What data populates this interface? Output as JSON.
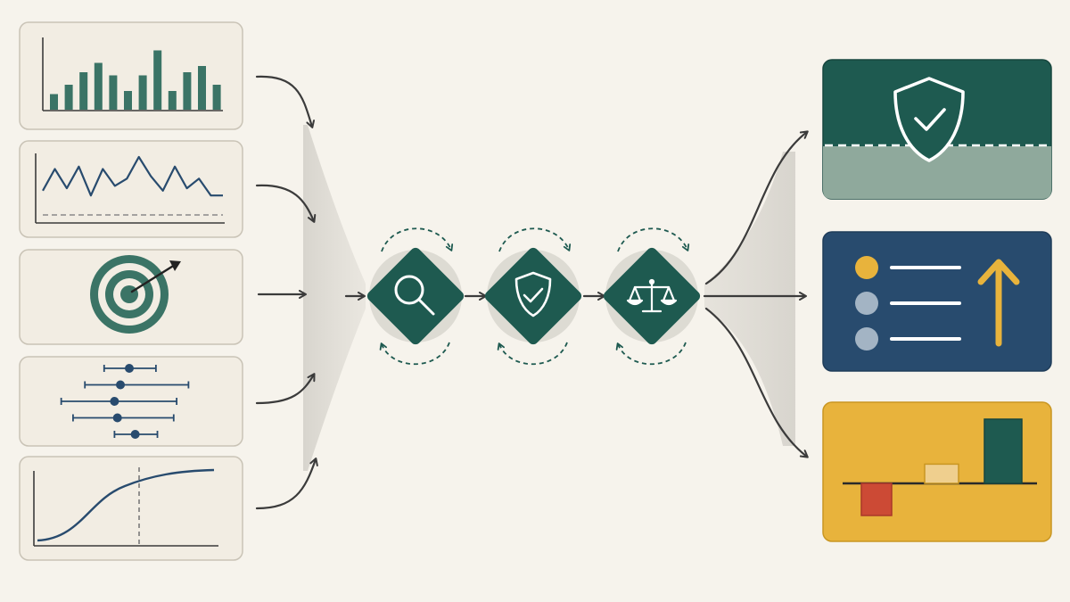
{
  "colors": {
    "background": "#f6f3ec",
    "card": "#f2ede3",
    "card_border": "#c9c3b6",
    "green_dark": "#1e5a50",
    "green_mid": "#3b7466",
    "green_light": "#8fa99c",
    "navy": "#284b6e",
    "navy_light": "#a3b4c4",
    "gold": "#e8b33c",
    "gold_dark": "#c99622",
    "red": "#cc4a35",
    "tan": "#efcf8e",
    "arrow": "#3b3b3b",
    "funnel": "#d9d6cf"
  },
  "inputs": [
    {
      "id": "bar-chart",
      "icon": "bar-chart-icon"
    },
    {
      "id": "line-chart",
      "icon": "line-chart-icon"
    },
    {
      "id": "target",
      "icon": "target-icon"
    },
    {
      "id": "interval-plot",
      "icon": "interval-plot-icon"
    },
    {
      "id": "curve",
      "icon": "s-curve-icon"
    }
  ],
  "stages": [
    {
      "id": "inspect",
      "icon": "magnifier-icon"
    },
    {
      "id": "protect",
      "icon": "shield-check-icon"
    },
    {
      "id": "balance",
      "icon": "scales-icon"
    }
  ],
  "outputs": [
    {
      "id": "secure-panel",
      "icon": "shield-check-icon",
      "color": "#1e5a50"
    },
    {
      "id": "ranked-list",
      "icon": "up-arrow-icon",
      "color": "#284b6e"
    },
    {
      "id": "waterfall",
      "icon": "waterfall-chart-icon",
      "color": "#e8b33c"
    }
  ],
  "mini_charts": {
    "bars": [
      0.25,
      0.4,
      0.6,
      0.75,
      0.55,
      0.3,
      0.55,
      0.95,
      0.3,
      0.6,
      0.7,
      0.4
    ],
    "line": [
      0.3,
      0.75,
      0.35,
      0.8,
      0.2,
      0.75,
      0.4,
      0.55,
      1.0,
      0.6,
      0.3,
      0.8,
      0.35,
      0.55,
      0.2,
      0.2
    ],
    "intervals": [
      {
        "lo": 0.33,
        "hi": 0.68,
        "pt": 0.5
      },
      {
        "lo": 0.2,
        "hi": 0.9,
        "pt": 0.44
      },
      {
        "lo": 0.04,
        "hi": 0.82,
        "pt": 0.4
      },
      {
        "lo": 0.12,
        "hi": 0.8,
        "pt": 0.42
      },
      {
        "lo": 0.4,
        "hi": 0.69,
        "pt": 0.54
      }
    ],
    "waterfall": [
      -0.3,
      0.18,
      0.6
    ]
  }
}
